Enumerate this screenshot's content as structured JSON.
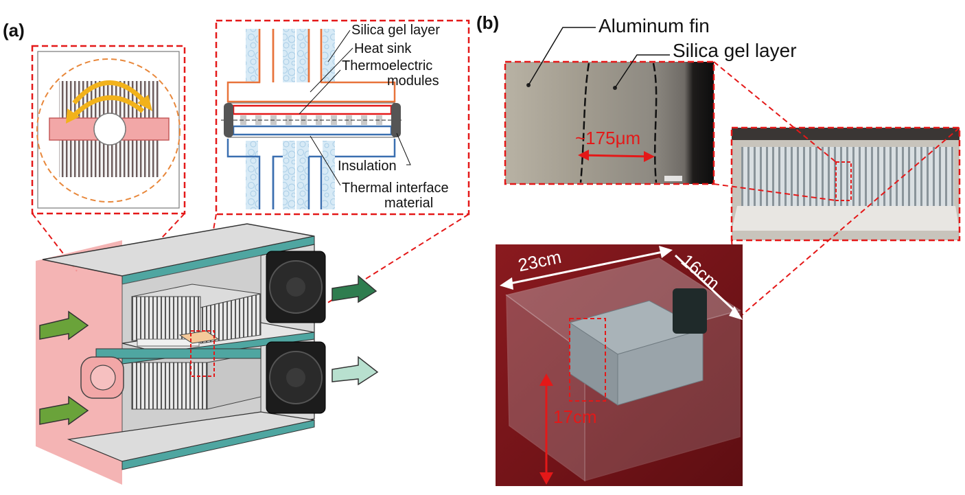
{
  "panels": {
    "a": "(a)",
    "b": "(b)"
  },
  "detail_labels": {
    "silica_gel_layer": "Silica gel layer",
    "heat_sink": "Heat sink",
    "thermoelectric_modules_l1": "Thermoelectric",
    "thermoelectric_modules_l2": "modules",
    "insulation": "Insulation",
    "thermal_interface_l1": "Thermal interface",
    "thermal_interface_l2": "material"
  },
  "photo_labels": {
    "aluminum_fin": "Aluminum fin",
    "silica_gel_layer": "Silica gel layer",
    "thickness": "~175μm"
  },
  "dimensions": {
    "length": "23cm",
    "width": "16cm",
    "height": "17cm"
  },
  "colors": {
    "callout_red": "#e41818",
    "pink_section": "#f2a7a7",
    "teal_frame": "#4fa6a1",
    "hot_side": "#e8733a",
    "cold_side": "#3a6fb0",
    "airflow_in": "#6aa33a",
    "airflow_out_hot": "#2e7d4f",
    "airflow_out_cold": "#b8e0cf",
    "rotation_arrow": "#f2b21b"
  }
}
